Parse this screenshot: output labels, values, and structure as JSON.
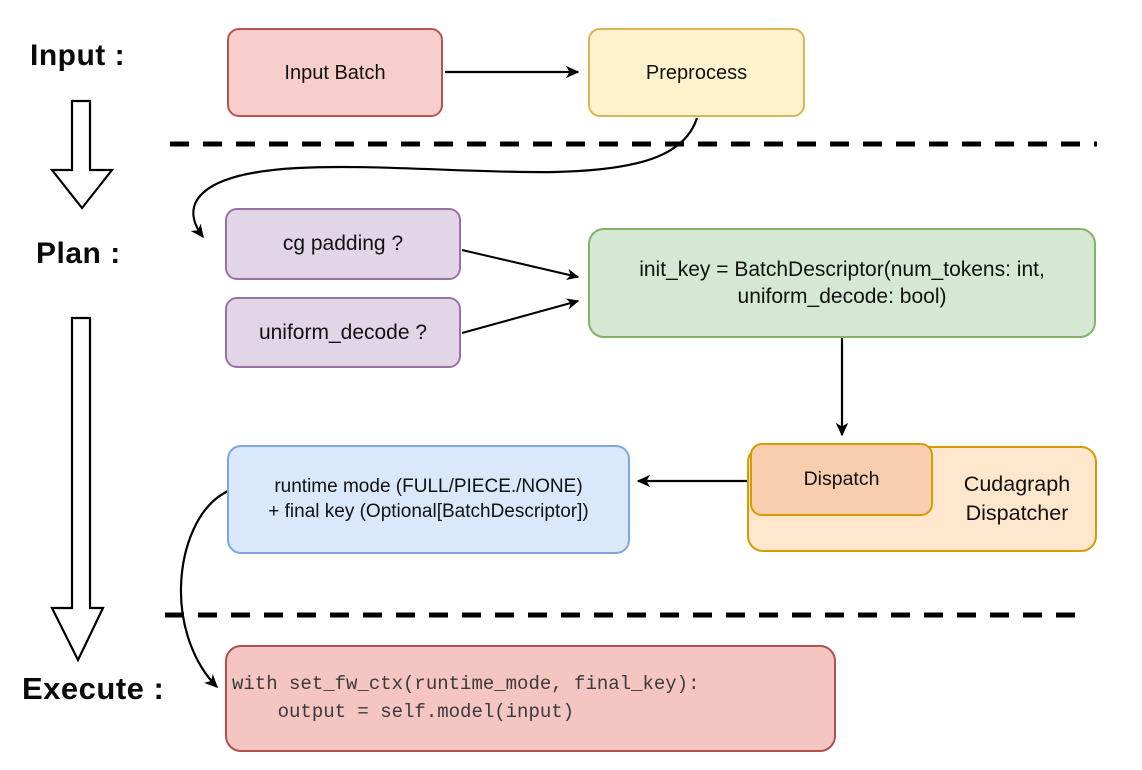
{
  "stage_labels": {
    "input": "Input :",
    "plan": "Plan :",
    "execute": "Execute :"
  },
  "nodes": {
    "input_batch": {
      "label": "Input Batch"
    },
    "preprocess": {
      "label": "Preprocess"
    },
    "cg_padding": {
      "label": "cg padding ?"
    },
    "uniform_decode": {
      "label": "uniform_decode ?"
    },
    "init_key": {
      "line1": "init_key = BatchDescriptor(num_tokens: int,",
      "line2": "uniform_decode: bool)"
    },
    "runtime_mode": {
      "line1": "runtime mode (FULL/PIECE./NONE)",
      "line2": "+ final key (Optional[BatchDescriptor])"
    },
    "dispatch": {
      "label": "Dispatch"
    },
    "cudagraph_dispatcher": {
      "label": "Cudagraph Dispatcher"
    },
    "execute_code": {
      "line1": "with set_fw_ctx(runtime_mode, final_key):",
      "line2": "    output = self.model(input)"
    }
  },
  "palette": {
    "red_fill": "#F8CECC",
    "red_stroke": "#B85450",
    "yellow_fill": "#FFF2CC",
    "yellow_stroke": "#D6B656",
    "purple_fill": "#E1D5E7",
    "purple_stroke": "#9673A6",
    "green_fill": "#D5E8D4",
    "green_stroke": "#82B366",
    "blue_fill": "#DAE8FC",
    "blue_stroke": "#7EA6E0",
    "orange_fill": "#FFE6CC",
    "orange_inner_fill": "#F9CEAE",
    "orange_stroke": "#D79B00",
    "execute_fill": "#F4C5C1",
    "execute_stroke": "#B05050",
    "line_color": "#000000"
  }
}
